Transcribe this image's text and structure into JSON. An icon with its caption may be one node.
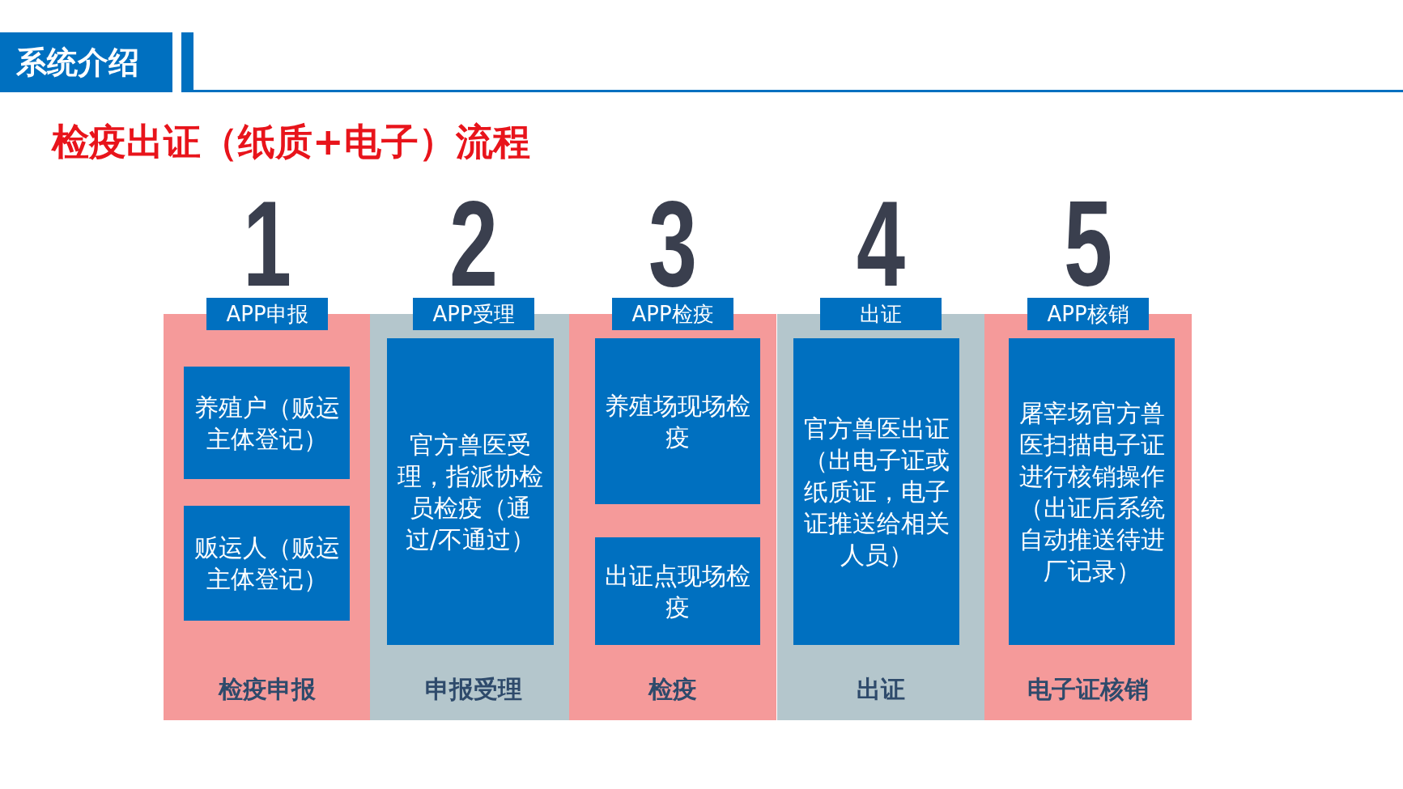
{
  "diagram": {
    "title": "检疫出证（纸质+电子）流程",
    "nodes": [
      {
        "text": [
          "1",
          "APP申报",
          "检疫申报"
        ]
      },
      {
        "text": [
          "养殖户（贩运主体登记）"
        ],
        "in": 0
      },
      {
        "text": [
          "贩运人（贩运主体登记）"
        ],
        "in": 0
      },
      {
        "text": [
          "2",
          "APP受理",
          "申报受理"
        ]
      },
      {
        "text": [
          "官方兽医受理，指派协检员检疫（通过/不通过）"
        ],
        "in": 3
      },
      {
        "text": [
          "3",
          "APP检疫",
          "检疫"
        ]
      },
      {
        "text": [
          "养殖场现场检疫"
        ],
        "in": 5
      },
      {
        "text": [
          "出证点现场检疫"
        ],
        "in": 5
      },
      {
        "text": [
          "4",
          "出证",
          "出证"
        ]
      },
      {
        "text": [
          "官方兽医出证（出电子证或纸质证，电子证推送给相关人员）"
        ],
        "in": 8
      },
      {
        "text": [
          "5",
          "APP核销",
          "电子证核销"
        ]
      },
      {
        "text": [
          "屠宰场官方兽医扫描电子证进行核销操作（出证后系统自动推送待进厂记录）"
        ],
        "in": 10
      }
    ],
    "edges": [],
    "labels": [
      "系统介绍"
    ]
  }
}
